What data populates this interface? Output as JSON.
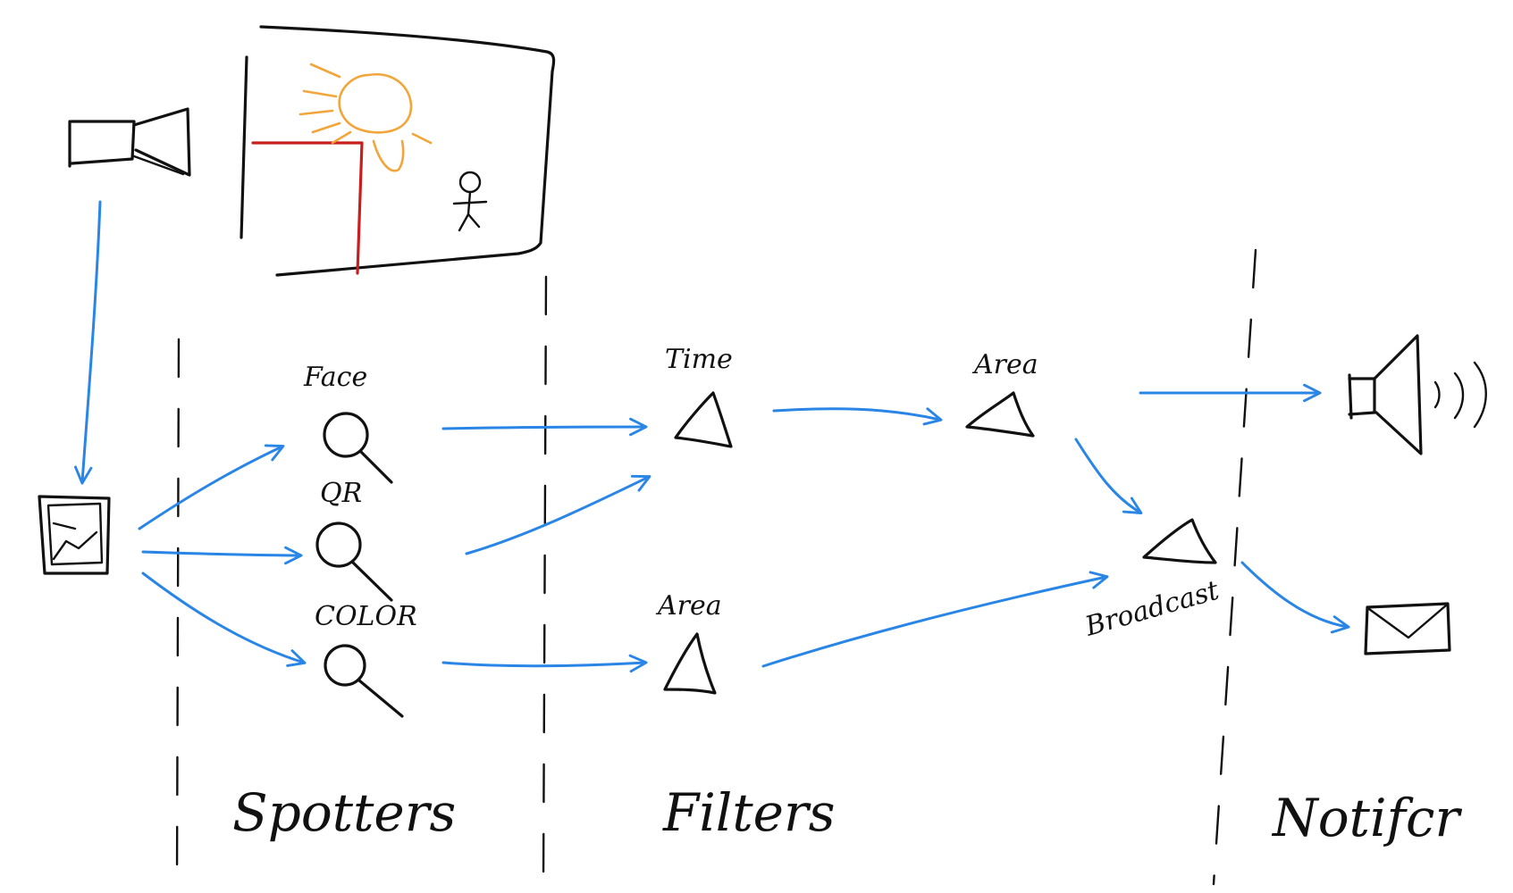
{
  "colors": {
    "ink": "#111111",
    "flow": "#2a86e6",
    "sun": "#f2a53a",
    "wall": "#c81e1e",
    "background": "#ffffff"
  },
  "source": {
    "camera_icon": "video-camera-icon",
    "frame_icon": "image-frame-icon",
    "scene_icon": "scene-sketch-icon"
  },
  "columns": {
    "spotters": "Spotters",
    "filters": "Filters",
    "notifier": "Notifcr"
  },
  "spotters": [
    {
      "label": "Face",
      "icon": "magnifier-icon"
    },
    {
      "label": "QR",
      "icon": "magnifier-icon"
    },
    {
      "label": "COLOR",
      "icon": "magnifier-icon"
    }
  ],
  "filters": {
    "time": "Time",
    "area_top": "Area",
    "area_bottom": "Area",
    "broadcast": "Broadcast"
  },
  "notifiers": [
    {
      "icon": "speaker-icon"
    },
    {
      "icon": "envelope-icon"
    }
  ]
}
